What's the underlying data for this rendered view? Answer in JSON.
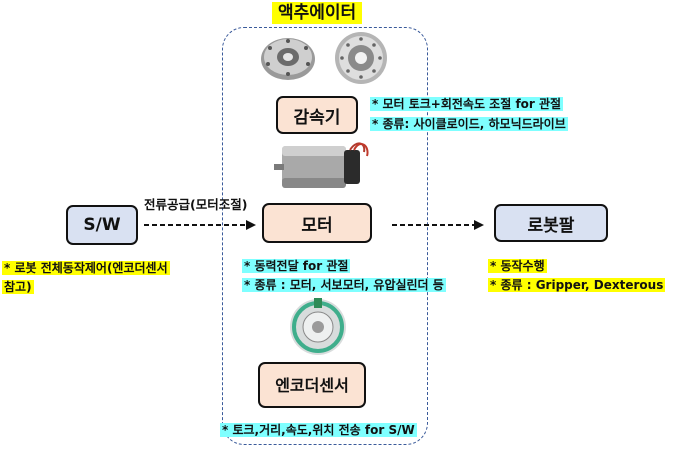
{
  "title": "액추에이터",
  "nodes": {
    "reducer": "감속기",
    "motor": "모터",
    "encoder": "엔코더센서",
    "sw": "S/W",
    "robot_arm": "로봇팔"
  },
  "edge_label": "전류공급(모터조절)",
  "notes": {
    "reducer": [
      "* 모터 토크+회전속도 조절 for 관절",
      "* 종류: 사이클로이드, 하모닉드라이브"
    ],
    "motor": [
      "* 동력전달 for 관절",
      "* 종류 : 모터, 서보모터, 유압실린더 등"
    ],
    "encoder": [
      "* 토크,거리,속도,위치 전송 for S/W"
    ],
    "sw": [
      "* 로봇 전체동작제어(엔코더센서",
      "참고)"
    ],
    "robot_arm": [
      "* 동작수행",
      "* 종류 : Gripper, Dexterous"
    ]
  },
  "colors": {
    "note_cyan": "#7fffff",
    "note_yellow": "#ffff00",
    "box_peach": "#fbe3d3",
    "box_blue": "#d9e1f2",
    "frame_border": "#3a5a9a"
  },
  "icons": [
    "reducer-photo-1",
    "reducer-photo-2",
    "motor-photo",
    "encoder-disk-photo"
  ]
}
